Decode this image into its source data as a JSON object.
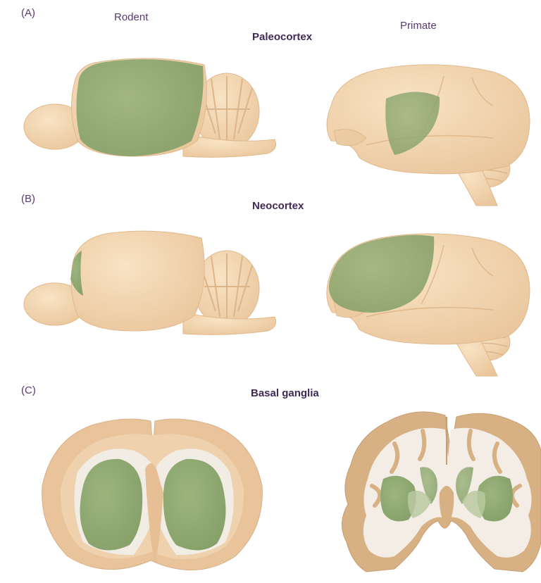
{
  "labels": {
    "rodent": "Rodent",
    "primate": "Primate",
    "panel_a": "(A)",
    "panel_b": "(B)",
    "panel_c": "(C)"
  },
  "titles": {
    "paleocortex": "Paleocortex",
    "neocortex": "Neocortex",
    "basal_ganglia": "Basal ganglia"
  },
  "colors": {
    "brain": "#f3d6b0",
    "brain_shade": "#e6c195",
    "highlight": "#8ea86f",
    "outline": "#d4ad84",
    "ventricle": "#efe8df"
  }
}
